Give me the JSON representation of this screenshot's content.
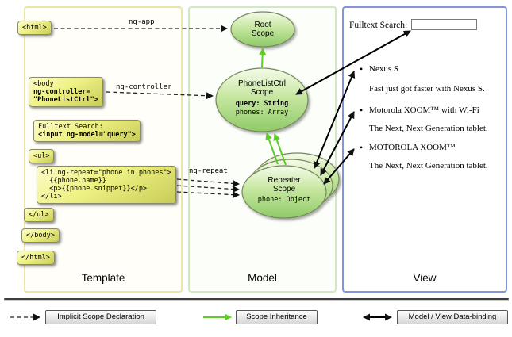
{
  "template": {
    "label": "Template",
    "html_open": "<html>",
    "body_line1": "<body",
    "body_line2": "ng-controller=",
    "body_line3": "\"PhoneListCtrl\">",
    "search_line1": "Fulltext Search:",
    "search_line2": "<input ng-model=\"query\">",
    "ul_open": "<ul>",
    "li_line1": "<li ng-repeat=\"phone in phones\">",
    "li_line2": "  {{phone.name}}",
    "li_line3": "  <p>{{phone.snippet}}</p>",
    "li_line4": "</li>",
    "ul_close": "</ul>",
    "body_close": "</body>",
    "html_close": "</html>"
  },
  "model": {
    "label": "Model",
    "root_scope": {
      "line1": "Root",
      "line2": "Scope"
    },
    "phonelist_scope": {
      "line1": "PhoneListCtrl",
      "line2": "Scope",
      "prop1": "query: String",
      "prop2": "phones: Array"
    },
    "repeater_scope": {
      "line1": "Repeater",
      "line2": "Scope",
      "prop1": "phone: Object"
    }
  },
  "arrows": {
    "ng_app": "ng-app",
    "ng_controller": "ng-controller",
    "ng_repeat": "ng-repeat"
  },
  "view": {
    "label": "View",
    "search_label": "Fulltext Search:",
    "search_value": "",
    "items": [
      {
        "title": "Nexus S",
        "desc": "Fast just got faster with Nexus S."
      },
      {
        "title": "Motorola XOOM™ with Wi-Fi",
        "desc": "The Next, Next Generation tablet."
      },
      {
        "title": "MOTOROLA XOOM™",
        "desc": "The Next, Next Generation tablet."
      }
    ]
  },
  "legend": {
    "implicit": "Implicit Scope Declaration",
    "inheritance": "Scope Inheritance",
    "binding": "Model / View Data-binding"
  },
  "colors": {
    "scope_fill_top": "#f4fbea",
    "scope_fill_bottom": "#8fca68",
    "code_fill": "#eef184",
    "inheritance_arrow": "#5fcc29",
    "template_panel_border": "#ebe5a6",
    "model_panel_border": "#cfe9c0",
    "view_panel_border": "#8496d8"
  }
}
